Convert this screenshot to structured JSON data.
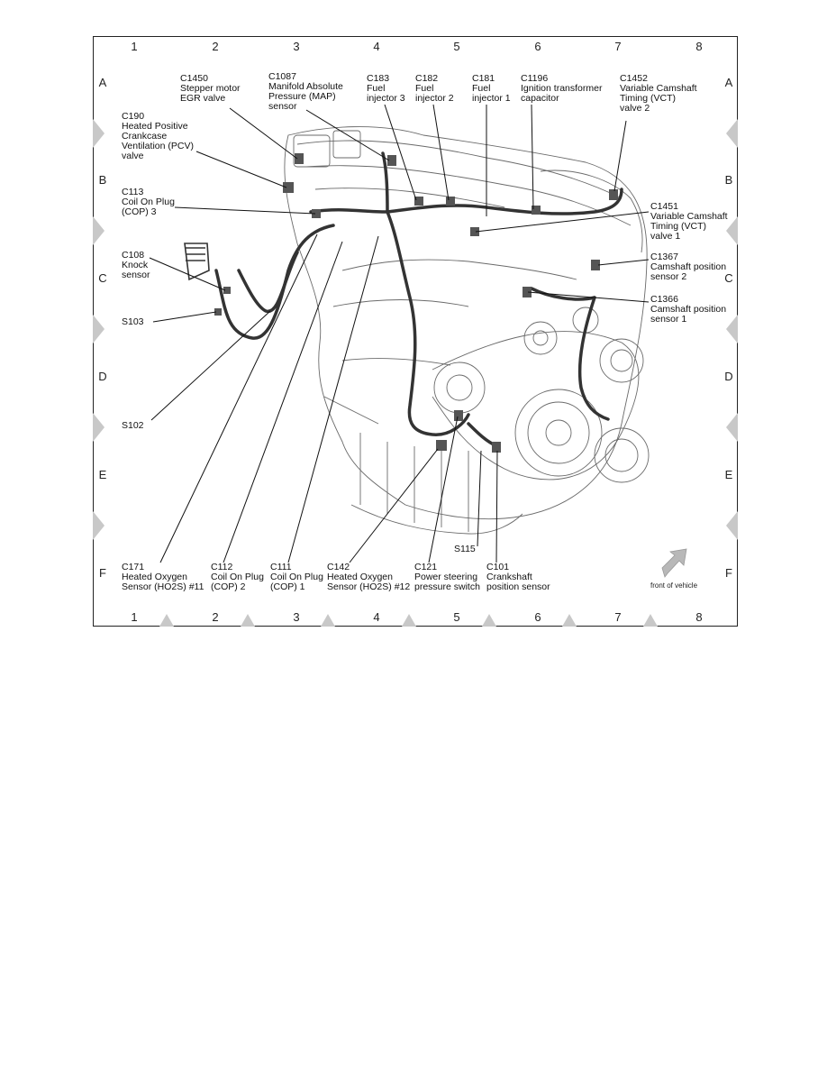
{
  "grid": {
    "columns": [
      "1",
      "2",
      "3",
      "4",
      "5",
      "6",
      "7",
      "8"
    ],
    "rows": [
      "A",
      "B",
      "C",
      "D",
      "E",
      "F"
    ]
  },
  "callouts": {
    "c1450": "C1450\nStepper motor\nEGR valve",
    "c1087": "C1087\nManifold Absolute\nPressure (MAP)\nsensor",
    "c183": "C183\nFuel\ninjector 3",
    "c182": "C182\nFuel\ninjector 2",
    "c181": "C181\nFuel\ninjector 1",
    "c1196": "C1196\nIgnition transformer\ncapacitor",
    "c1452": "C1452\nVariable Camshaft\nTiming (VCT)\nvalve 2",
    "c190": "C190\nHeated Positive\nCrankcase\nVentilation (PCV)\nvalve",
    "c113": "C113\nCoil On Plug\n(COP) 3",
    "c108": "C108\nKnock\nsensor",
    "s103": "S103",
    "s102": "S102",
    "c1451": "C1451\nVariable Camshaft\nTiming (VCT)\nvalve 1",
    "c1367": "C1367\nCamshaft position\nsensor 2",
    "c1366": "C1366\nCamshaft position\nsensor 1",
    "c171": "C171\nHeated Oxygen\nSensor (HO2S) #11",
    "c112": "C112\nCoil On Plug\n(COP) 2",
    "c111": "C111\nCoil On Plug\n(COP) 1",
    "c142": "C142\nHeated Oxygen\nSensor (HO2S) #12",
    "c121": "C121\nPower steering\npressure switch",
    "s115": "S115",
    "c101": "C101\nCrankshaft\nposition sensor"
  },
  "front_of_vehicle": "front of vehicle"
}
